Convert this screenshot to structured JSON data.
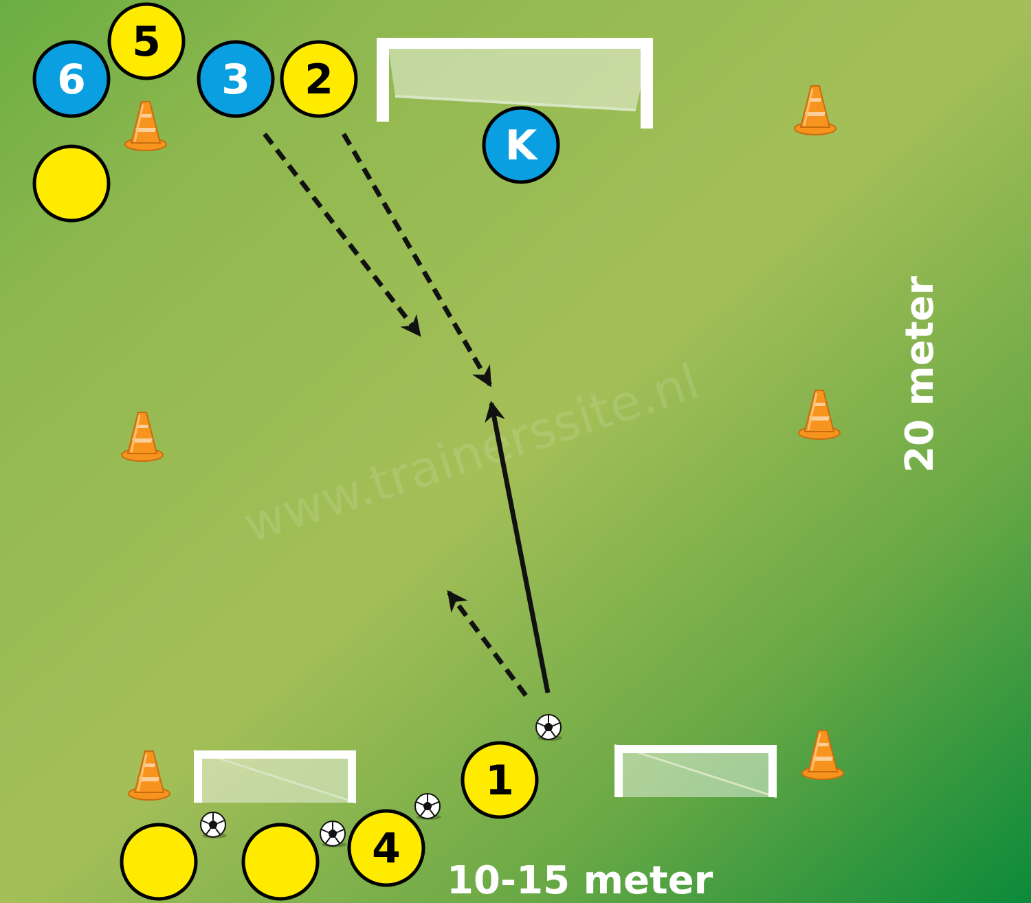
{
  "colors": {
    "field_light": "#a5bf58",
    "field_dark": "#0b8a3a",
    "player_yellow": "#ffeb00",
    "player_blue": "#0a9fe0",
    "cone_orange": "#f7941d",
    "arrow": "#111111"
  },
  "players": [
    {
      "label": "6",
      "team": "blue"
    },
    {
      "label": "5",
      "team": "yellow"
    },
    {
      "label": "3",
      "team": "blue"
    },
    {
      "label": "2",
      "team": "yellow"
    },
    {
      "label": "K",
      "team": "blue"
    },
    {
      "label": "",
      "team": "yellow"
    },
    {
      "label": "1",
      "team": "yellow"
    },
    {
      "label": "4",
      "team": "yellow"
    },
    {
      "label": "",
      "team": "yellow"
    },
    {
      "label": "",
      "team": "yellow"
    }
  ],
  "labels": {
    "length": "20 meter",
    "width": "10-15 meter",
    "watermark": "www.trainerssite.nl"
  },
  "icons": {
    "cone": "cone-icon",
    "ball": "ball-icon",
    "goal": "goal-icon"
  }
}
